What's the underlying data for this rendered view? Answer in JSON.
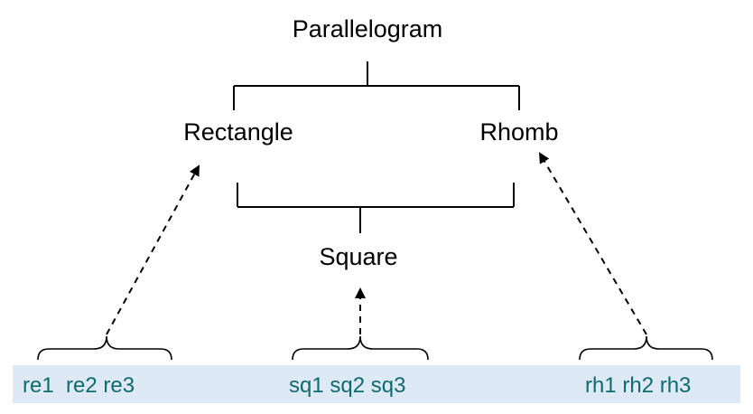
{
  "colors": {
    "instance_band": "#dde9f5",
    "instance_text": "#0f6b6e",
    "line": "#000000"
  },
  "nodes": {
    "parallelogram": "Parallelogram",
    "rectangle": "Rectangle",
    "rhomb": "Rhomb",
    "square": "Square"
  },
  "instances": {
    "rectangle_group": "re1  re2 re3",
    "square_group": "sq1 sq2 sq3",
    "rhomb_group": "rh1 rh2 rh3"
  }
}
